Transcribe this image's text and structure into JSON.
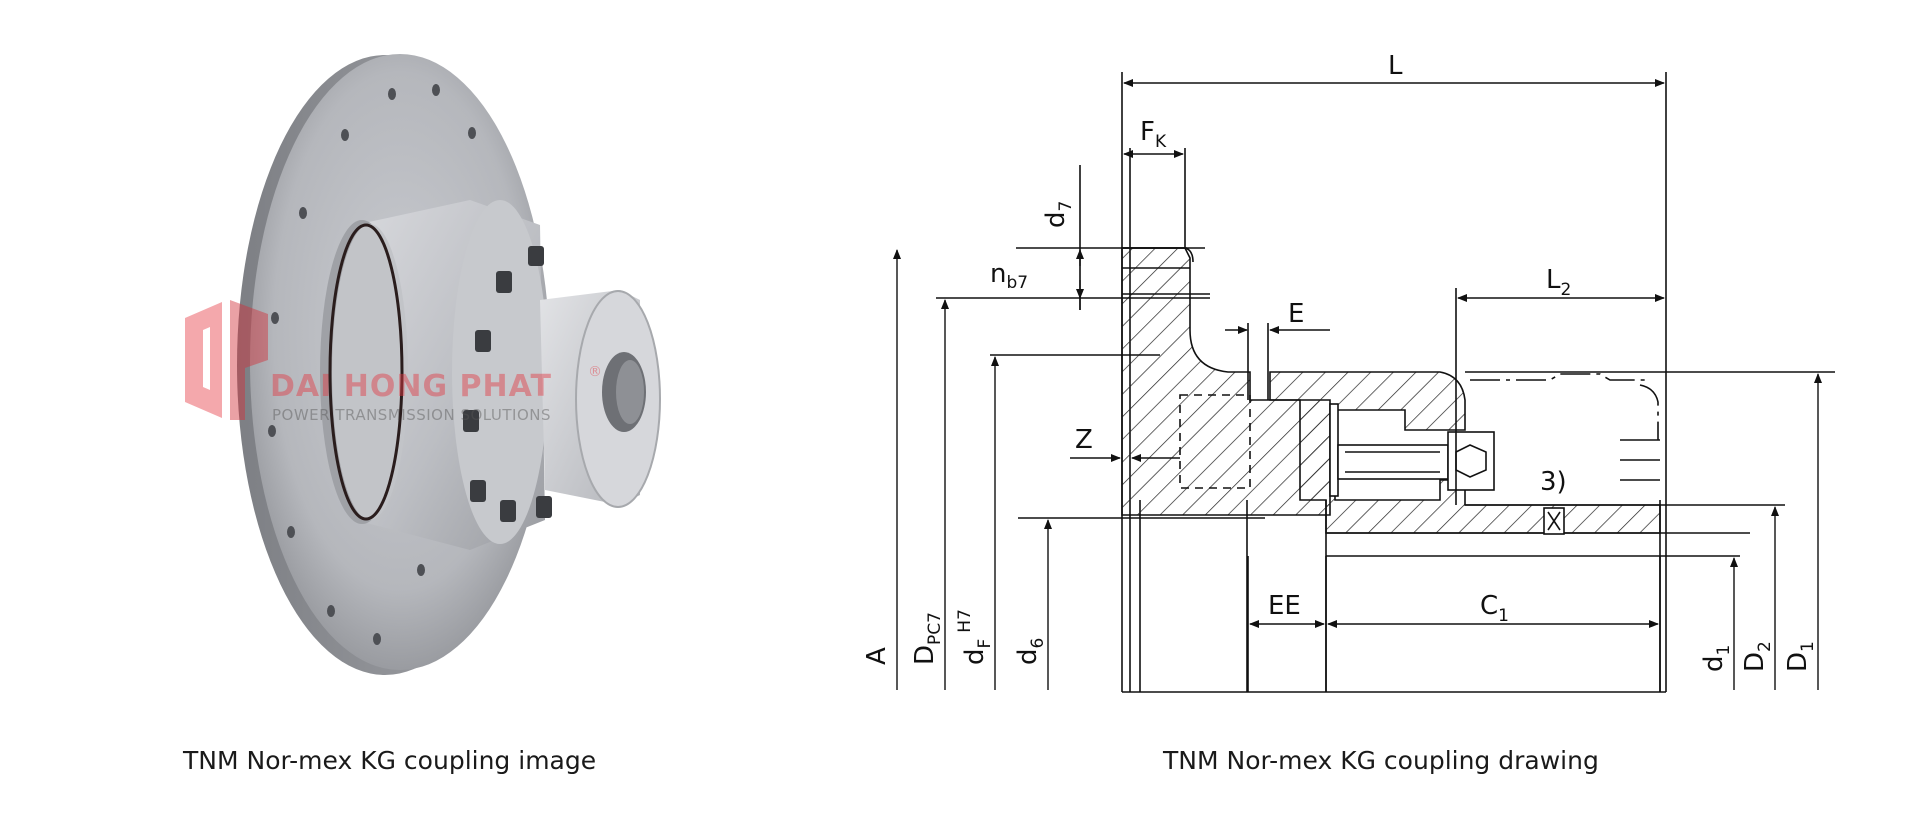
{
  "photo": {
    "watermark": {
      "brand": "DAI HONG PHAT",
      "registered": "®",
      "tagline": "POWER TRANSMISSION SOLUTIONS"
    }
  },
  "captions": {
    "left": "TNM Nor-mex KG coupling image",
    "right": "TNM Nor-mex KG coupling drawing"
  },
  "drawing": {
    "labels": {
      "L": "L",
      "F": "F",
      "F_sub": "K",
      "d7": "d",
      "d7_sub": "7",
      "n": "n",
      "n_sub": "b7",
      "E": "E",
      "L2": "L",
      "L2_sub": "2",
      "Z": "Z",
      "note": "3)",
      "EE": "EE",
      "C1": "C",
      "C1_sub": "1",
      "A": "A",
      "Dpc": "D",
      "Dpc_sub": "PC7",
      "dF": "d",
      "dF_sub": "F",
      "dF_sup": "H7",
      "d6": "d",
      "d6_sub": "6",
      "d1": "d",
      "d1_sub": "1",
      "D2": "D",
      "D2_sub": "2",
      "D1": "D",
      "D1_sub": "1"
    }
  }
}
